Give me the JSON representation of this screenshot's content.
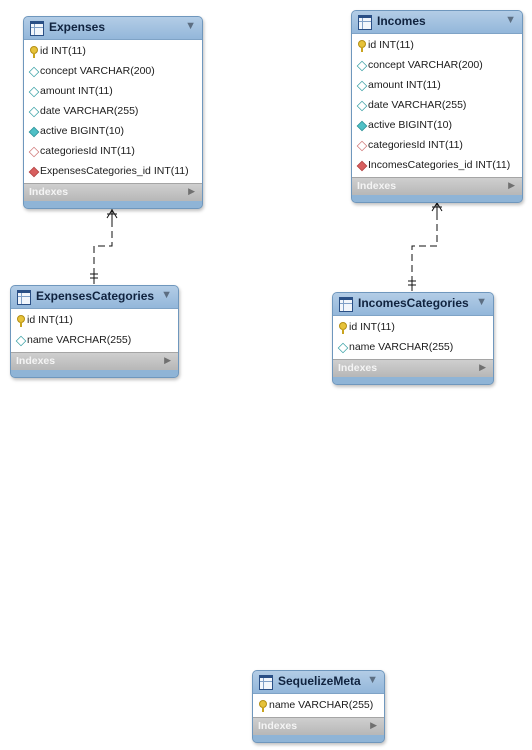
{
  "tables": {
    "expenses": {
      "name": "Expenses",
      "columns": [
        {
          "text": "id INT(11)",
          "icon": "primary-key-icon"
        },
        {
          "text": "concept VARCHAR(200)",
          "icon": "nullable-column-icon"
        },
        {
          "text": "amount INT(11)",
          "icon": "nullable-column-icon"
        },
        {
          "text": "date VARCHAR(255)",
          "icon": "nullable-column-icon"
        },
        {
          "text": "active BIGINT(10)",
          "icon": "not-null-column-icon"
        },
        {
          "text": "categoriesId INT(11)",
          "icon": "nullable-foreign-key-icon"
        },
        {
          "text": "ExpensesCategories_id INT(11)",
          "icon": "foreign-key-icon"
        }
      ],
      "indexes_label": "Indexes"
    },
    "incomes": {
      "name": "Incomes",
      "columns": [
        {
          "text": "id INT(11)",
          "icon": "primary-key-icon"
        },
        {
          "text": "concept VARCHAR(200)",
          "icon": "nullable-column-icon"
        },
        {
          "text": "amount INT(11)",
          "icon": "nullable-column-icon"
        },
        {
          "text": "date VARCHAR(255)",
          "icon": "nullable-column-icon"
        },
        {
          "text": "active BIGINT(10)",
          "icon": "not-null-column-icon"
        },
        {
          "text": "categoriesId INT(11)",
          "icon": "nullable-foreign-key-icon"
        },
        {
          "text": "IncomesCategories_id INT(11)",
          "icon": "foreign-key-icon"
        }
      ],
      "indexes_label": "Indexes"
    },
    "expenses_categories": {
      "name": "ExpensesCategories",
      "columns": [
        {
          "text": "id INT(11)",
          "icon": "primary-key-icon"
        },
        {
          "text": "name VARCHAR(255)",
          "icon": "nullable-column-icon"
        }
      ],
      "indexes_label": "Indexes"
    },
    "incomes_categories": {
      "name": "IncomesCategories",
      "columns": [
        {
          "text": "id INT(11)",
          "icon": "primary-key-icon"
        },
        {
          "text": "name VARCHAR(255)",
          "icon": "nullable-column-icon"
        }
      ],
      "indexes_label": "Indexes"
    },
    "sequelize_meta": {
      "name": "SequelizeMeta",
      "columns": [
        {
          "text": "name VARCHAR(255)",
          "icon": "primary-key-icon"
        }
      ],
      "indexes_label": "Indexes"
    }
  },
  "colors": {
    "header": "#93b7da",
    "border": "#6f97bd",
    "indexes_bar": "#bdbdbd",
    "connector": "#000000"
  }
}
